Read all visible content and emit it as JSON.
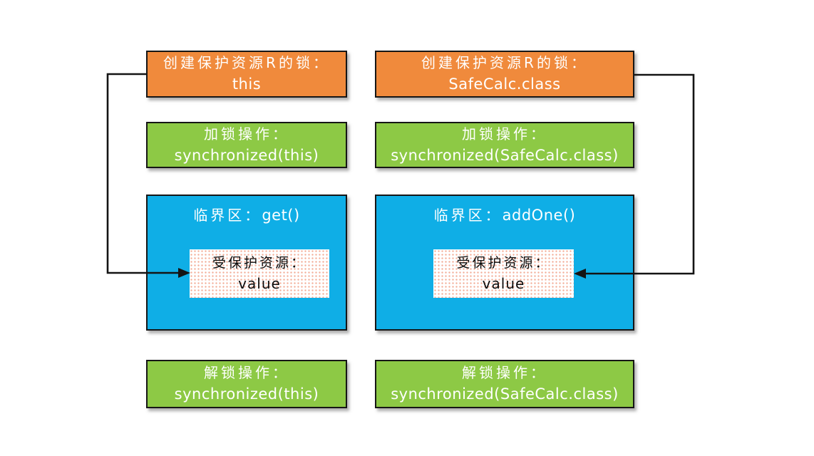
{
  "diagram": {
    "description_colors": {
      "create_box": "#F08A3C",
      "operation_box": "#8DC945",
      "critical_box": "#0FAEE6",
      "resource_box_bg": "#FFFFFF",
      "resource_box_dots": "#F3AE99",
      "border": "#161616",
      "arrow": "#141414",
      "text_on_color": "#FFFFFF",
      "text_on_white": "#0C0C0C"
    },
    "columns": [
      {
        "id": "left",
        "create": {
          "zh": "创建保护资源R的锁：",
          "code": "this"
        },
        "lock": {
          "zh": "加锁操作：",
          "code": "synchronized(this)"
        },
        "critical": {
          "title_zh": "临界区：",
          "title_code": "get()",
          "resource_zh": "受保护资源：",
          "resource_code": "value"
        },
        "unlock": {
          "zh": "解锁操作：",
          "code": "synchronized(this)"
        }
      },
      {
        "id": "right",
        "create": {
          "zh": "创建保护资源R的锁：",
          "code": "SafeCalc.class"
        },
        "lock": {
          "zh": "加锁操作：",
          "code": "synchronized(SafeCalc.class)"
        },
        "critical": {
          "title_zh": "临界区：",
          "title_code": "addOne()",
          "resource_zh": "受保护资源：",
          "resource_code": "value"
        },
        "unlock": {
          "zh": "解锁操作：",
          "code": "synchronized(SafeCalc.class)"
        }
      }
    ],
    "arrows": [
      {
        "name": "left-lock-to-resource",
        "from": "left create box (left edge)",
        "to": "left resource box (left edge)"
      },
      {
        "name": "right-lock-to-resource",
        "from": "right create box (right edge)",
        "to": "right resource box (right edge)"
      }
    ]
  }
}
